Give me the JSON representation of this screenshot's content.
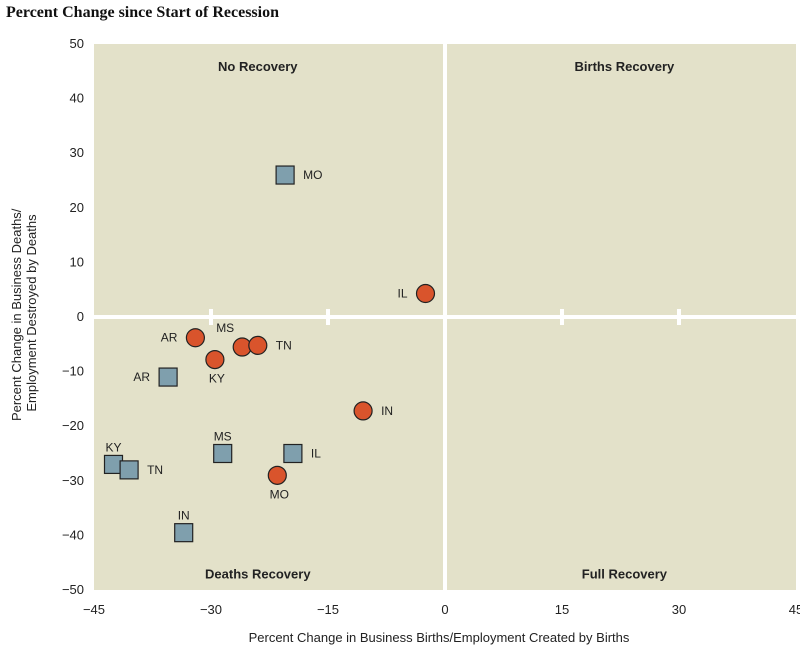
{
  "colors": {
    "plot_bg": "#e3e1c9",
    "divider": "#ffffff",
    "circle_fill": "#d9542c",
    "square_fill": "#7f9fad",
    "marker_stroke": "#222222"
  },
  "chart_data": {
    "type": "scatter",
    "title": "Percent Change since Start of Recession",
    "xlabel": "Percent Change in Business Births/Employment Created by Births",
    "ylabel_lines": [
      "Percent Change in Business Deaths/",
      "Employment Destroyed by Deaths"
    ],
    "xlim": [
      -45,
      45
    ],
    "ylim": [
      -50,
      50
    ],
    "xticks": [
      -45,
      -30,
      -15,
      0,
      15,
      30,
      45
    ],
    "xtick_labels": [
      "−45",
      "−30",
      "−15",
      "0",
      "15",
      "30",
      "45"
    ],
    "yticks": [
      50,
      40,
      30,
      20,
      10,
      0,
      -10,
      -20,
      -30,
      -40,
      -50
    ],
    "ytick_labels": [
      "50",
      "40",
      "30",
      "20",
      "10",
      "0",
      "−10",
      "−20",
      "−30",
      "−40",
      "−50"
    ],
    "grid": false,
    "quadrant_labels": [
      {
        "text": "No Recovery",
        "x": -24,
        "y": 46
      },
      {
        "text": "Births Recovery",
        "x": 23,
        "y": 46
      },
      {
        "text": "Deaths Recovery",
        "x": -24,
        "y": -47
      },
      {
        "text": "Full Recovery",
        "x": 23,
        "y": -47
      }
    ],
    "series": [
      {
        "marker": "circle",
        "points": [
          {
            "label": "IL",
            "x": -2.5,
            "y": 4.3,
            "label_pos": "left"
          },
          {
            "label": "AR",
            "x": -32,
            "y": -3.8,
            "label_pos": "left"
          },
          {
            "label": "MS",
            "x": -26,
            "y": -5.5,
            "label_pos": "above-left"
          },
          {
            "label": "TN",
            "x": -24,
            "y": -5.2,
            "label_pos": "right"
          },
          {
            "label": "KY",
            "x": -29.5,
            "y": -7.8,
            "label_pos": "below"
          },
          {
            "label": "IN",
            "x": -10.5,
            "y": -17.2,
            "label_pos": "right"
          },
          {
            "label": "MO",
            "x": -21.5,
            "y": -29,
            "label_pos": "below"
          }
        ]
      },
      {
        "marker": "square",
        "points": [
          {
            "label": "MO",
            "x": -20.5,
            "y": 26,
            "label_pos": "right"
          },
          {
            "label": "AR",
            "x": -35.5,
            "y": -11,
            "label_pos": "left"
          },
          {
            "label": "KY",
            "x": -42.5,
            "y": -27,
            "label_pos": "above"
          },
          {
            "label": "TN",
            "x": -40.5,
            "y": -28,
            "label_pos": "right"
          },
          {
            "label": "MS",
            "x": -28.5,
            "y": -25,
            "label_pos": "above"
          },
          {
            "label": "IL",
            "x": -19.5,
            "y": -25,
            "label_pos": "right"
          },
          {
            "label": "IN",
            "x": -33.5,
            "y": -39.5,
            "label_pos": "above"
          }
        ]
      }
    ]
  }
}
